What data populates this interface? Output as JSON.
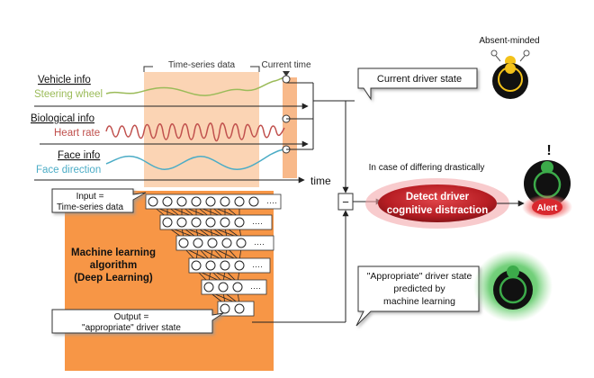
{
  "inputs": {
    "vehicle_info": "Vehicle info",
    "steering_wheel": "Steering wheel",
    "biological_info": "Biological info",
    "heart_rate": "Heart rate",
    "face_info": "Face info",
    "face_direction": "Face direction",
    "time_series_data": "Time-series data",
    "current_time": "Current time",
    "time": "time"
  },
  "callouts": {
    "input_line1": "Input =",
    "input_line2": "Time-series data",
    "output_line1": "Output =",
    "output_line2": "\"appropriate\" driver state",
    "current_state": "Current driver state",
    "appropriate_line1": "\"Appropriate\" driver state",
    "appropriate_line2": "predicted by",
    "appropriate_line3": "machine learning"
  },
  "ml": {
    "line1": "Machine learning",
    "line2": "algorithm",
    "line3": "(Deep Learning)",
    "ellipsis": "····"
  },
  "detection": {
    "condition": "In case of differing drastically",
    "line1": "Detect driver",
    "line2": "cognitive distraction",
    "minus": "−",
    "alert": "Alert",
    "exclaim": "!"
  },
  "drivers": {
    "absent_minded": "Absent-minded"
  },
  "colors": {
    "steering": "#9bbb59",
    "heart": "#c0504d",
    "face": "#4bacc6",
    "ml_block": "#f79646",
    "shade": "#fbd4b4",
    "detect": "#c0272d",
    "alert_glow": "#ef6c6c",
    "good_glow": "#4caf50"
  }
}
